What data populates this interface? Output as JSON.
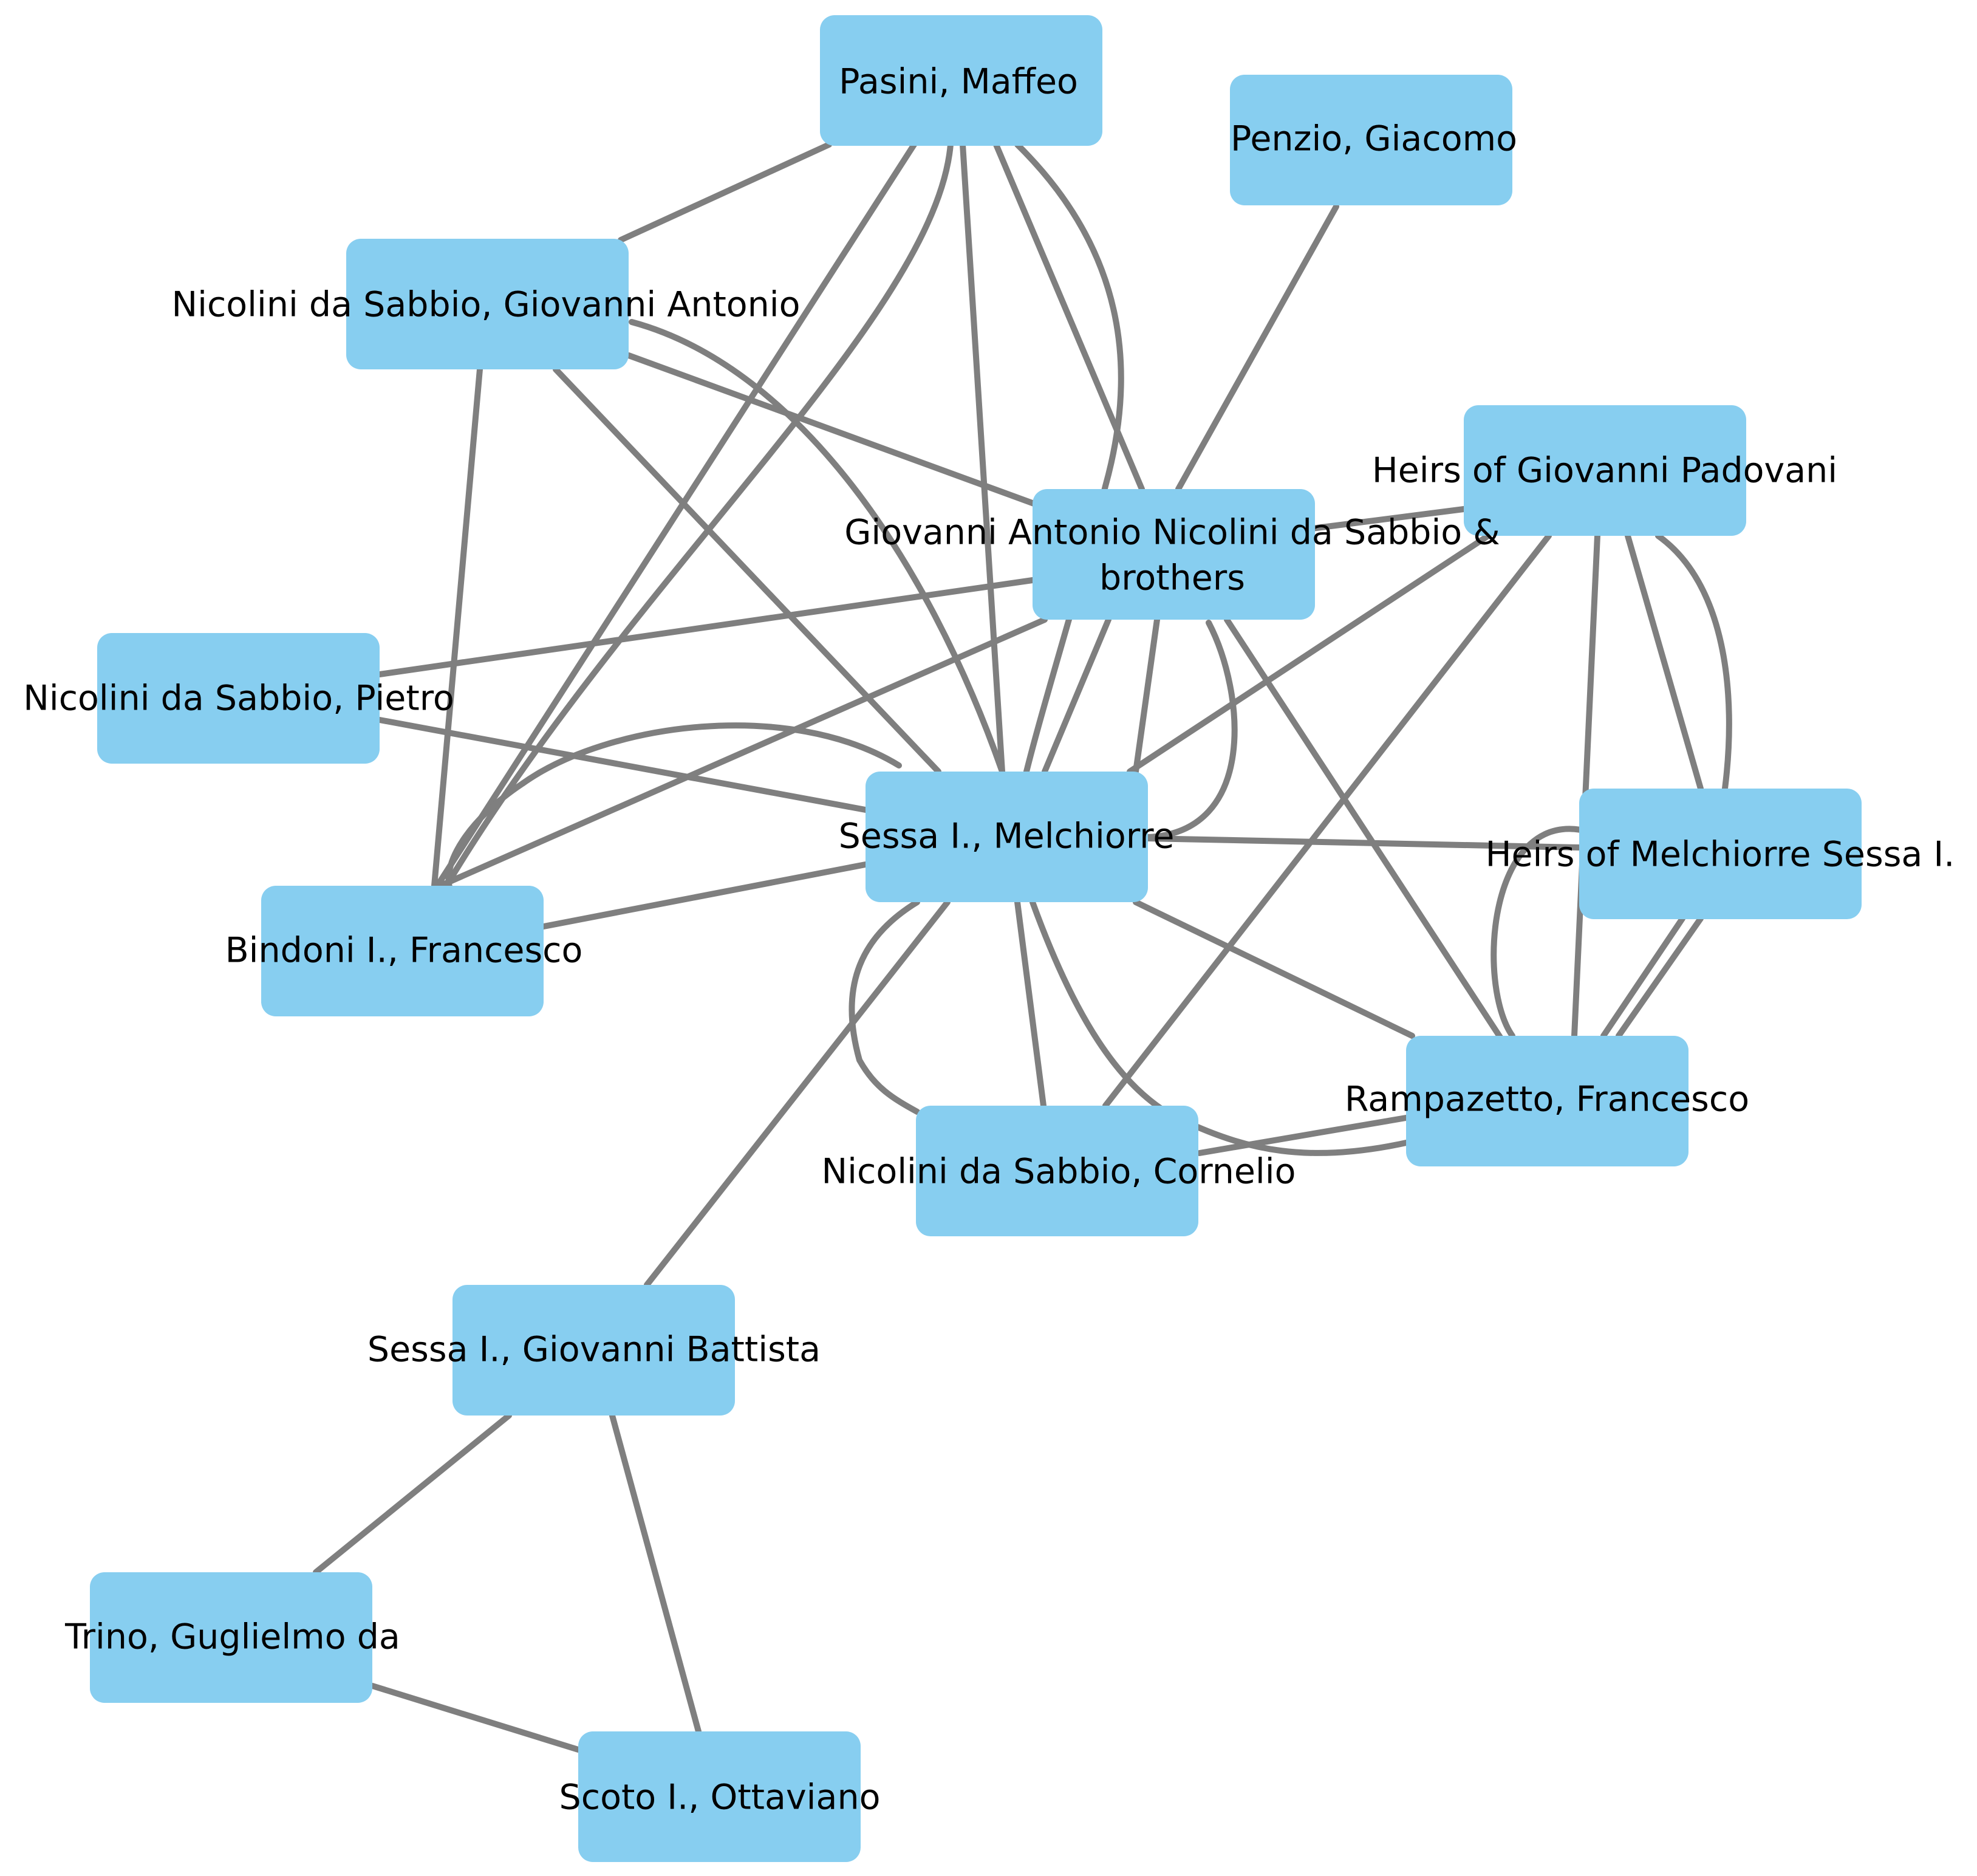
{
  "nodes": [
    {
      "id": "pasini",
      "lines": [
        "Pasini, Maffeo"
      ]
    },
    {
      "id": "penzio",
      "lines": [
        "Penzio, Giacomo"
      ]
    },
    {
      "id": "gian_antonio",
      "lines": [
        "Nicolini da Sabbio, Giovanni Antonio"
      ]
    },
    {
      "id": "padovani",
      "lines": [
        "Heirs of Giovanni Padovani"
      ]
    },
    {
      "id": "gan_brothers",
      "lines": [
        "Giovanni Antonio Nicolini da Sabbio &",
        "brothers"
      ]
    },
    {
      "id": "pietro",
      "lines": [
        "Nicolini da Sabbio, Pietro"
      ]
    },
    {
      "id": "melchiorre",
      "lines": [
        "Sessa I., Melchiorre"
      ]
    },
    {
      "id": "heirs_melchiorre",
      "lines": [
        "Heirs of Melchiorre Sessa I."
      ]
    },
    {
      "id": "bindoni",
      "lines": [
        "Bindoni I., Francesco"
      ]
    },
    {
      "id": "rampazetto",
      "lines": [
        "Rampazetto, Francesco"
      ]
    },
    {
      "id": "cornelio",
      "lines": [
        "Nicolini da Sabbio, Cornelio"
      ]
    },
    {
      "id": "gbattista",
      "lines": [
        "Sessa I., Giovanni Battista"
      ]
    },
    {
      "id": "trino",
      "lines": [
        "Trino, Guglielmo da"
      ]
    },
    {
      "id": "scoto",
      "lines": [
        "Scoto I., Ottaviano"
      ]
    }
  ],
  "edges": [
    {
      "from": "pasini",
      "to": "gian_antonio"
    },
    {
      "from": "pasini",
      "to": "bindoni"
    },
    {
      "from": "pasini",
      "to": "bindoni",
      "curved": true
    },
    {
      "from": "pasini",
      "to": "melchiorre"
    },
    {
      "from": "pasini",
      "to": "gan_brothers"
    },
    {
      "from": "pasini",
      "to": "melchiorre",
      "curved": true
    },
    {
      "from": "penzio",
      "to": "melchiorre"
    },
    {
      "from": "gian_antonio",
      "to": "bindoni"
    },
    {
      "from": "gian_antonio",
      "to": "melchiorre"
    },
    {
      "from": "gian_antonio",
      "to": "gan_brothers"
    },
    {
      "from": "gian_antonio",
      "to": "melchiorre",
      "curved": true
    },
    {
      "from": "gan_brothers",
      "to": "padovani"
    },
    {
      "from": "gan_brothers",
      "to": "pietro"
    },
    {
      "from": "gan_brothers",
      "to": "bindoni"
    },
    {
      "from": "gan_brothers",
      "to": "melchiorre"
    },
    {
      "from": "gan_brothers",
      "to": "melchiorre",
      "curved": true
    },
    {
      "from": "gan_brothers",
      "to": "rampazetto"
    },
    {
      "from": "gan_brothers",
      "to": "cornelio"
    },
    {
      "from": "padovani",
      "to": "melchiorre"
    },
    {
      "from": "padovani",
      "to": "cornelio"
    },
    {
      "from": "padovani",
      "to": "heirs_melchiorre"
    },
    {
      "from": "padovani",
      "to": "rampazetto"
    },
    {
      "from": "padovani",
      "to": "heirs_melchiorre",
      "curved": true
    },
    {
      "from": "pietro",
      "to": "melchiorre"
    },
    {
      "from": "melchiorre",
      "to": "bindoni"
    },
    {
      "from": "melchiorre",
      "to": "bindoni",
      "curved": true
    },
    {
      "from": "melchiorre",
      "to": "heirs_melchiorre"
    },
    {
      "from": "melchiorre",
      "to": "rampazetto"
    },
    {
      "from": "melchiorre",
      "to": "cornelio"
    },
    {
      "from": "melchiorre",
      "to": "cornelio",
      "curved": true
    },
    {
      "from": "melchiorre",
      "to": "rampazetto",
      "curved": true
    },
    {
      "from": "melchiorre",
      "to": "gbattista"
    },
    {
      "from": "heirs_melchiorre",
      "to": "rampazetto"
    },
    {
      "from": "heirs_melchiorre",
      "to": "rampazetto",
      "curved": true
    },
    {
      "from": "heirs_melchiorre",
      "to": "rampazetto",
      "curved2": true
    },
    {
      "from": "cornelio",
      "to": "rampazetto"
    },
    {
      "from": "gbattista",
      "to": "trino"
    },
    {
      "from": "gbattista",
      "to": "scoto"
    },
    {
      "from": "trino",
      "to": "scoto"
    }
  ],
  "colors": {
    "node": "#87CEF0",
    "edge": "#7f7f7f",
    "text": "#000000"
  }
}
